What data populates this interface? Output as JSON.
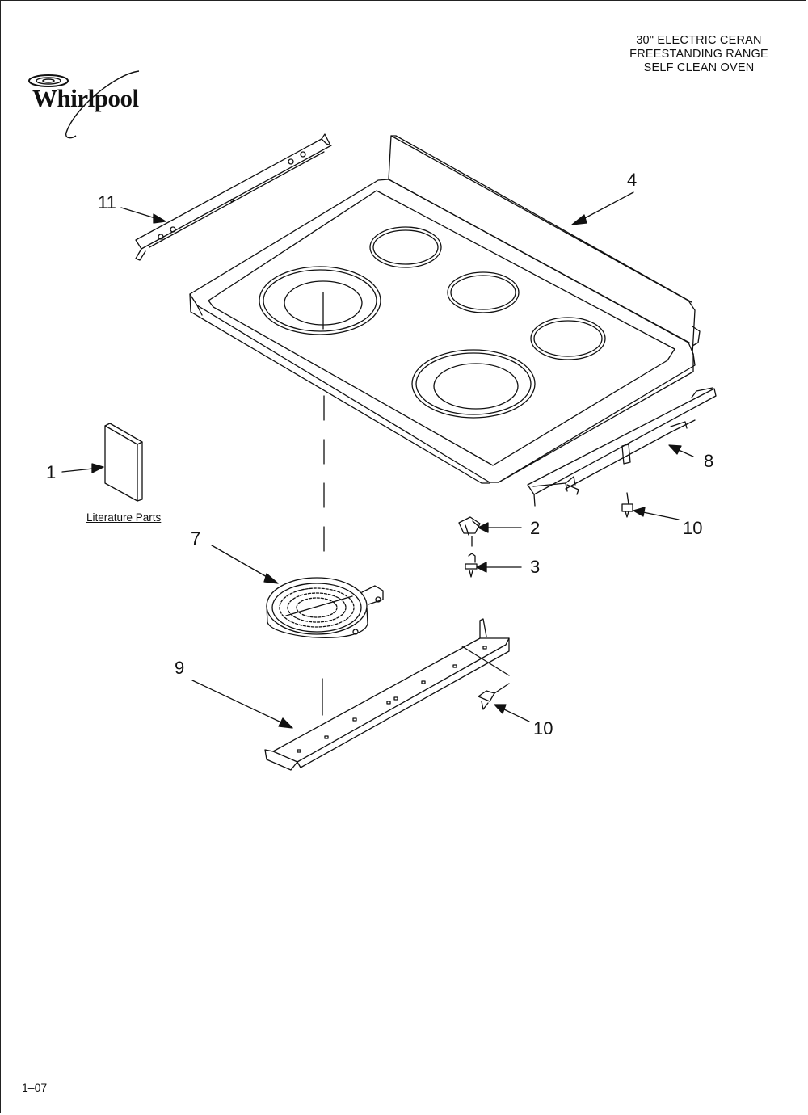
{
  "title": {
    "line1": "30\" ELECTRIC CERAN",
    "line2": "FREESTANDING RANGE",
    "line3": "SELF CLEAN OVEN"
  },
  "brand": {
    "name": "Whirlpool"
  },
  "literature_caption": "Literature Parts",
  "callouts": {
    "c1": "1",
    "c2": "2",
    "c3": "3",
    "c4": "4",
    "c7": "7",
    "c8": "8",
    "c9": "9",
    "c10a": "10",
    "c10b": "10",
    "c11": "11"
  },
  "page_number": "1–07"
}
